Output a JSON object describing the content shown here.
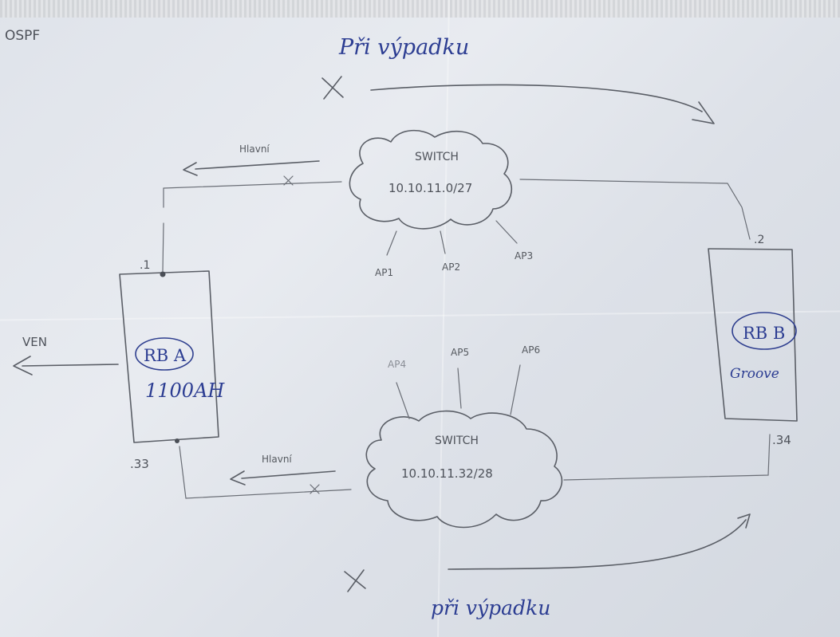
{
  "title": "OSPF",
  "failover_top_label": "Při výpadku",
  "failover_bottom_label": "při výpadku",
  "switch_top": {
    "label": "SWITCH",
    "subnet": "10.10.11.0/27",
    "aps": [
      "AP1",
      "AP2",
      "AP3"
    ]
  },
  "switch_bottom": {
    "label": "SWITCH",
    "subnet": "10.10.11.32/28",
    "aps": [
      "AP4",
      "AP5",
      "AP6"
    ]
  },
  "router_a": {
    "name": "RB A",
    "model": "1100AH",
    "ip_top": ".1",
    "ip_bottom": ".33"
  },
  "router_b": {
    "name": "RB B",
    "model": "Groove",
    "ip_top": ".2",
    "ip_bottom": ".34"
  },
  "primary_label": "Hlavní",
  "out_label": "VEN",
  "fail_mark": "X",
  "fail_mark_small": "x",
  "colors": {
    "pencil": "#5a5e66",
    "ink": "#2f3f8f",
    "paper": "#e3e7ed"
  }
}
